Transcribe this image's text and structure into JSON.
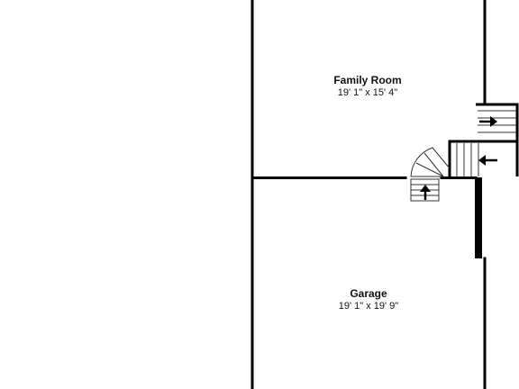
{
  "plan": {
    "rooms": [
      {
        "id": "family-room",
        "name": "Family Room",
        "dimensions": "19' 1\" x 15' 4\""
      },
      {
        "id": "garage",
        "name": "Garage",
        "dimensions": "19' 1\" x 19' 9\""
      }
    ],
    "colors": {
      "wall": "#000000",
      "background": "#ffffff",
      "stair_line": "#333333"
    },
    "icons": [
      "stair-arrow-right-icon",
      "stair-arrow-left-icon",
      "stair-arrow-up-icon"
    ]
  }
}
